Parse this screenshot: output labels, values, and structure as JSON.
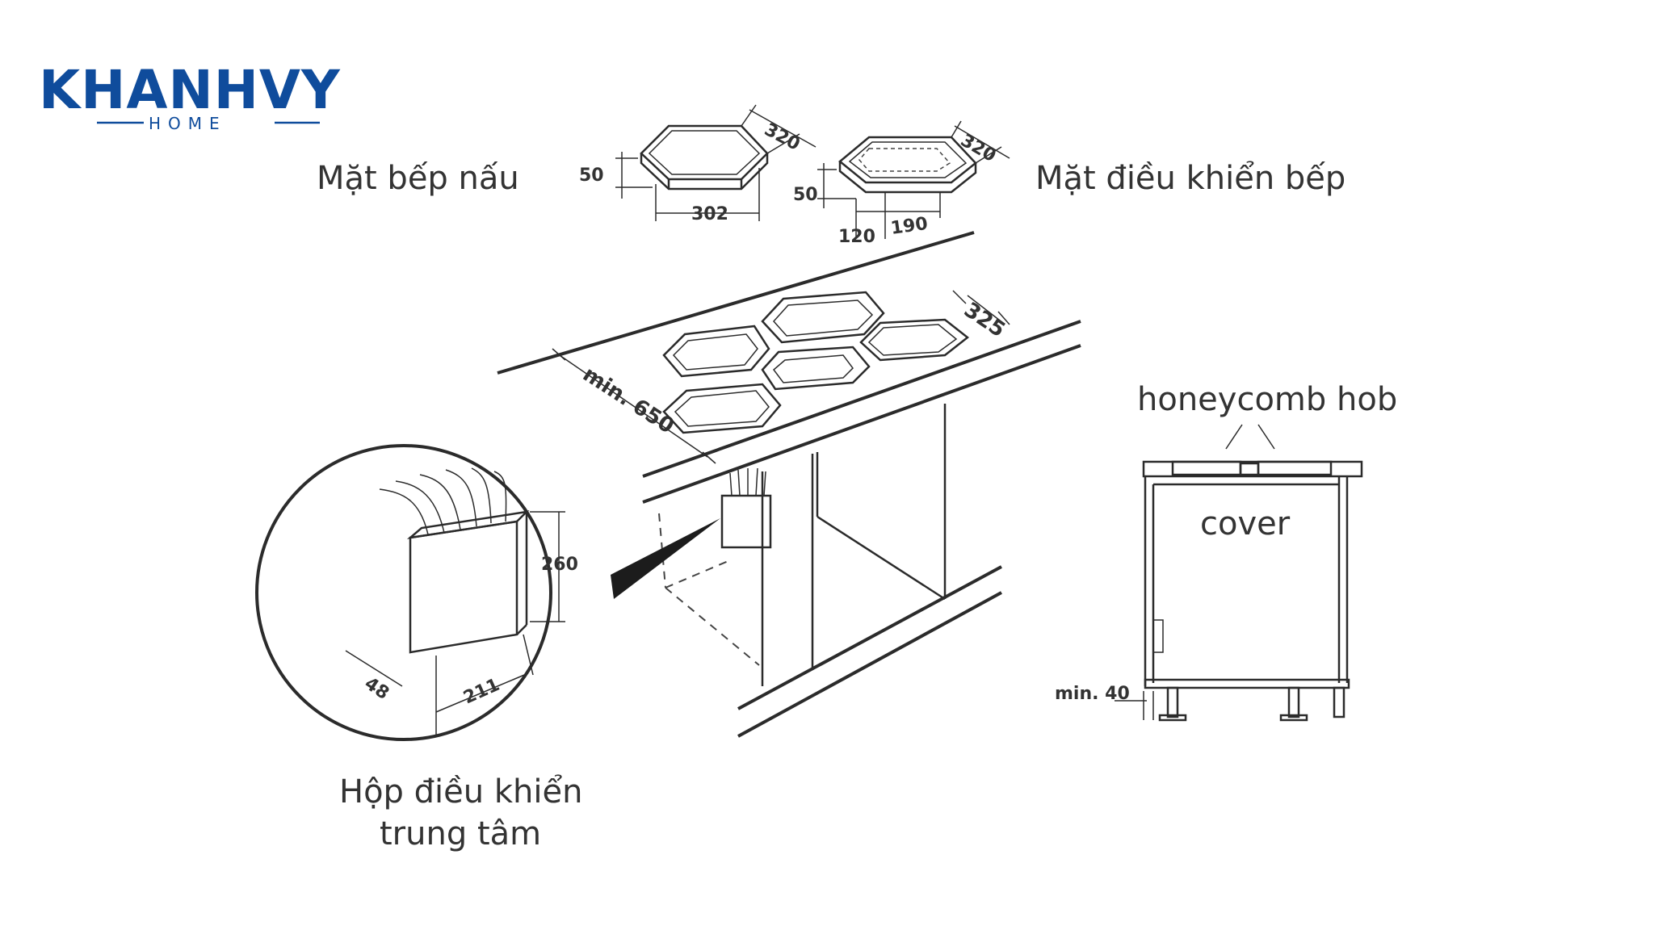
{
  "brand": {
    "name": "KHANHVY",
    "sub": "HOME",
    "color": "#0f4c9c"
  },
  "labels": {
    "cooktop": "Mặt bếp nấu",
    "control_panel": "Mặt điều khiển bếp",
    "control_box_line1": "Hộp điều khiển",
    "control_box_line2": "trung tâm",
    "honeycomb": "honeycomb hob",
    "cover": "cover"
  },
  "dimensions": {
    "cooktop_width": "320",
    "cooktop_height": "50",
    "cooktop_cutout": "302",
    "panel_width": "320",
    "panel_height": "50",
    "panel_depth_a": "120",
    "panel_depth_b": "190",
    "counter_span": "325",
    "counter_depth": "min. 650",
    "box_height": "260",
    "box_depth": "48",
    "box_width": "211",
    "cabinet_gap": "min. 40"
  }
}
